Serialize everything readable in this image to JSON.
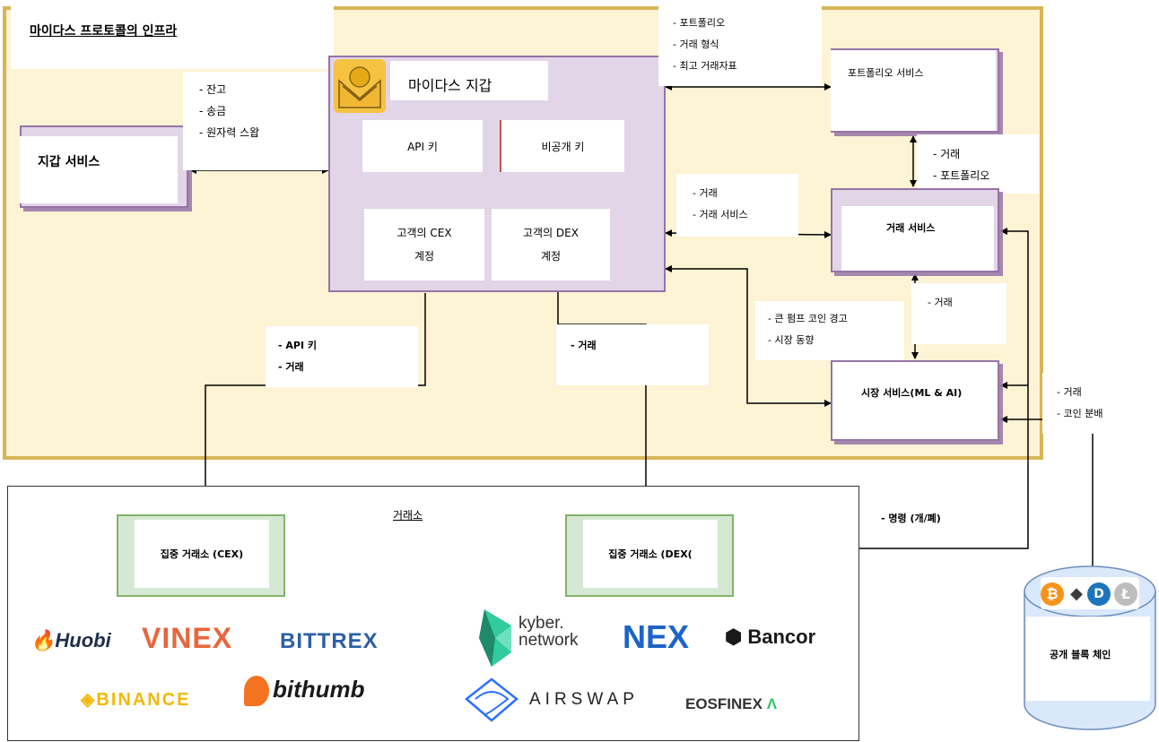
{
  "infra": {
    "title": "마이다스 프로토콜의 인프라"
  },
  "wallet_service": {
    "title": "지갑 서비스",
    "notes": [
      "- 잔고",
      "- 송금",
      "- 원자력 스왑"
    ]
  },
  "midas_wallet": {
    "title": "마이다스 지갑",
    "api_key": "API 키",
    "private_key": "비공개 키",
    "cex_account_line1": "고객의 CEX",
    "cex_account_line2": "계정",
    "dex_account_line1": "고객의 DEX",
    "dex_account_line2": "계정"
  },
  "portfolio_service": {
    "title": "포트폴리오 서비스",
    "notes": [
      "- 포트폴리오",
      "- 거래 형식",
      "- 최고 거래자표"
    ]
  },
  "trade_service": {
    "title": "거래 서비스",
    "notes_left": [
      "- 거래",
      "- 거래 서비스"
    ],
    "notes_top": [
      "- 거래",
      "- 포트폴리오"
    ]
  },
  "market_service": {
    "title": "시장 서비스(ML & AI)",
    "notes_left": [
      "- 큰 펌프 코인 경고",
      "- 시장 동향"
    ],
    "notes_top": [
      "- 거래"
    ],
    "notes_right": [
      "- 거래",
      "- 코인 분배"
    ]
  },
  "cex_link_notes": [
    "- API 키",
    "- 거래"
  ],
  "dex_link_notes": [
    "- 거래"
  ],
  "exchange": {
    "title": "거래소",
    "command_note": "- 명령 (개/폐)",
    "cex_title": "집중 거래소 (CEX)",
    "dex_title": "집중 거래소 (DEX(",
    "cex_logos": [
      "Huobi",
      "VINEX",
      "BITTREX",
      "BINANCE",
      "bithumb"
    ],
    "dex_logos": [
      "kyber.",
      "network",
      "NEX",
      "Bancor",
      "AIRSWAP",
      "EOSFINEX"
    ]
  },
  "blockchain": {
    "title": "공개 블록 체인"
  },
  "colors": {
    "infra_fill": "#fdf3d5",
    "infra_border": "#d6b656",
    "service_fill": "#e1d5e7",
    "service_border": "#9673a6",
    "exchange_fill": "#d5e8d4",
    "exchange_border": "#82b366",
    "blockchain_fill": "#dae8fc",
    "huobi": "#e14a2b",
    "vinex": "#e8663d",
    "bittrex": "#2b5fa6",
    "binance": "#f0b90b",
    "bithumb": "#f37321",
    "kyber": "#31cb9e",
    "nex": "#1d63c8",
    "airswap": "#2b71ff"
  }
}
